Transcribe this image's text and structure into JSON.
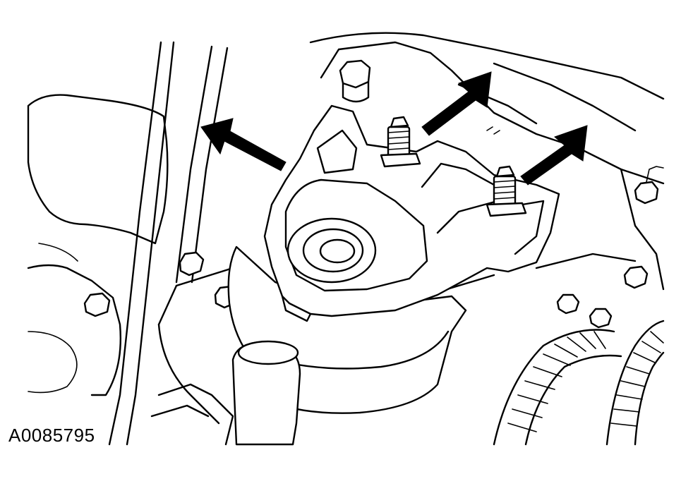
{
  "figure": {
    "reference_code": "A0085795",
    "ink_color": "#000000",
    "paper_color": "#ffffff"
  },
  "callouts": [
    {
      "name": "callout-arrow-bracket",
      "points_to": "bracket"
    },
    {
      "name": "callout-arrow-left-stud",
      "points_to": "stud"
    },
    {
      "name": "callout-arrow-right-stud",
      "points_to": "stud"
    }
  ]
}
